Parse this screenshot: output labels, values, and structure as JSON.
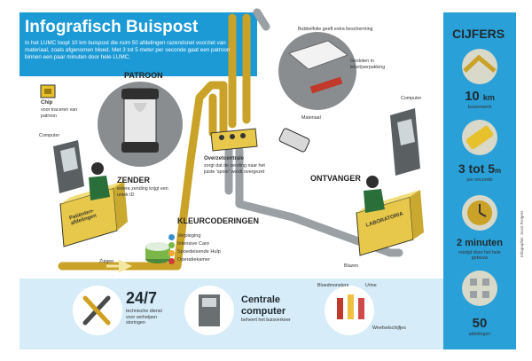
{
  "header": {
    "title": "Infografisch Buispost",
    "intro": "In het LUMC loopt 10 km buispost die ruim 50 afdelingen razendsnel voorziet van materiaal, zoals afgenomen bloed. Met 3 tot 5 meter per seconde gaat een patroon binnen een paar minuten door hele LUMC."
  },
  "labels": {
    "patroon": "PATROON",
    "chip_title": "Chip",
    "chip_desc": "voor traceren van patroon",
    "computer_left": "Computer",
    "zender_title": "ZENDER",
    "zender_desc": "iedere zending krijgt een uniek ID",
    "box_left": "Patiënten-afdelingen",
    "zuigen": "Zuigen",
    "overzet_title": "Overzetcentrale",
    "overzet_desc": "zorgt dat de zending naar het juiste 'spoor' wordt overgezet",
    "kleur_title": "KLEURCODERINGEN",
    "bubbel": "Bubbelfolie geeft extra bescherming",
    "gesloten": "Gesloten in lekvrijverpakking",
    "materiaal": "Materiaal",
    "computer_right": "Computer",
    "ontvanger": "ONTVANGER",
    "box_right": "LABORATORIA",
    "blazen": "Blazen",
    "support_big": "24/7",
    "support_desc": "technische dienst voor verhelpen storingen",
    "central_title": "Centrale computer",
    "central_desc": "beheert het buisverkeer",
    "bloed": "Bloedmonsters",
    "urine": "Urine",
    "weefsel": "Weefselschijfjes",
    "credit": "Infographic: Joost Rotgers"
  },
  "legend": [
    {
      "label": "Verpleging",
      "color": "#3a8fd0"
    },
    {
      "label": "Intensive Care",
      "color": "#7ab648"
    },
    {
      "label": "Spoedeisende Hulp",
      "color": "#f0a830"
    },
    {
      "label": "Operatiekamer",
      "color": "#d03a3a"
    }
  ],
  "cijfers": {
    "title": "CIJFERS",
    "items": [
      {
        "value": "10",
        "unit": "km",
        "desc": "buizenwerk"
      },
      {
        "value": "3 tot 5",
        "unit": "m",
        "desc": "per seconde"
      },
      {
        "value": "2 minuten",
        "unit": "",
        "desc": "reistijd door het hele gebouw"
      },
      {
        "value": "50",
        "unit": "",
        "desc": "afdelingen"
      }
    ]
  },
  "colors": {
    "header": "#1b9ad6",
    "sidebar": "#2aa0d8",
    "bottom_band": "#d6ecf8",
    "tube": "#c9a227",
    "floor_grey": "#8c8c8c",
    "box_yellow": "#e8c84a"
  }
}
